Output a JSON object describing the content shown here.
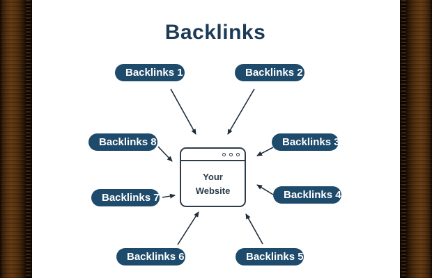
{
  "title": "Backlinks",
  "center": {
    "label": "Your Website"
  },
  "nodes": [
    {
      "label": "Backlinks 1"
    },
    {
      "label": "Backlinks 2"
    },
    {
      "label": "Backlinks 3"
    },
    {
      "label": "Backlinks 4"
    },
    {
      "label": "Backlinks 5"
    },
    {
      "label": "Backlinks 6"
    },
    {
      "label": "Backlinks 7"
    },
    {
      "label": "Backlinks 8"
    }
  ],
  "colors": {
    "background": "#ffffff",
    "title_text": "#1d3a57",
    "pill_background": "#1e4a6b",
    "pill_text": "#ffffff",
    "arrow": "#1f2d3a",
    "browser_outline": "#2b3c4c",
    "frame_wood": "#57310f"
  }
}
